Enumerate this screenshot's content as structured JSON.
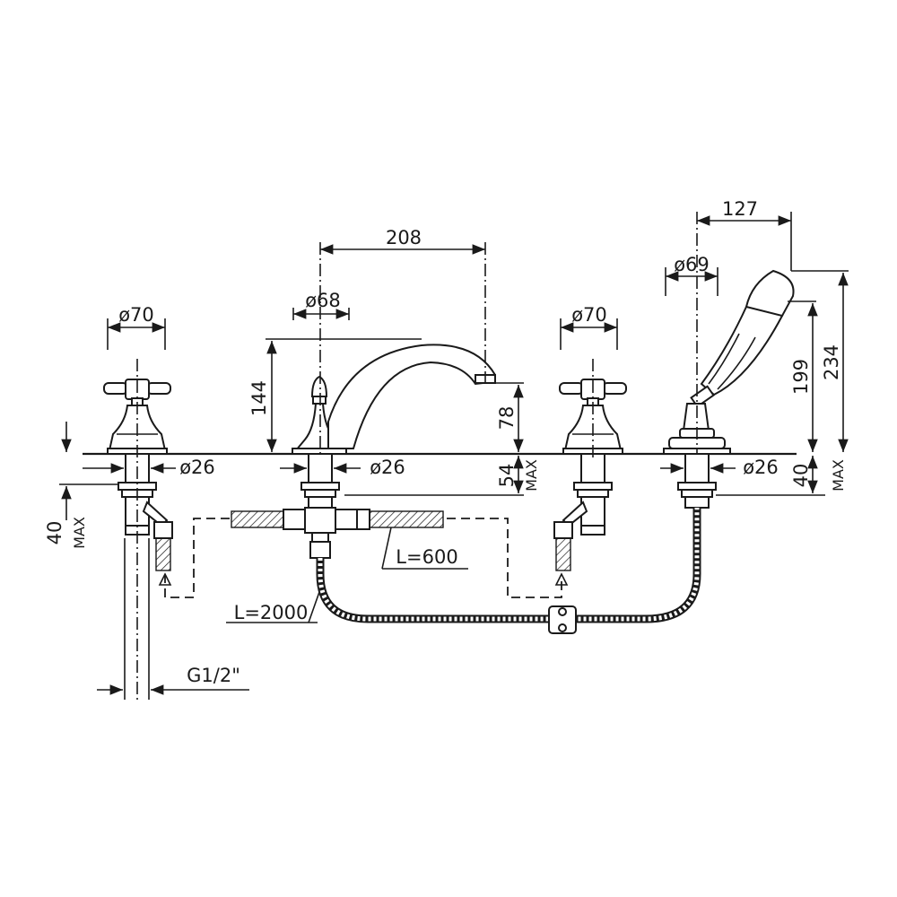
{
  "labels": {
    "left_handle_diameter": "ø70",
    "spout_diameter": "ø68",
    "right_handle_diameter": "ø70",
    "shower_diameter": "ø69",
    "spout_reach": "208",
    "shower_offset": "127",
    "spout_height": "144",
    "spout_outlet_height": "78",
    "shower_height_inner": "199",
    "shower_height_outer": "234",
    "left_shank_diameter": "ø26",
    "center_shank_diameter": "ø26",
    "right_shank_diameter": "ø26",
    "center_max_value": "54",
    "center_max_label": "MAX",
    "right_max_value": "40",
    "right_max_label": "MAX",
    "left_max_value": "40",
    "left_max_label": "MAX",
    "hose_600": "L=600",
    "hose_2000": "L=2000",
    "thread": "G1/2\""
  }
}
